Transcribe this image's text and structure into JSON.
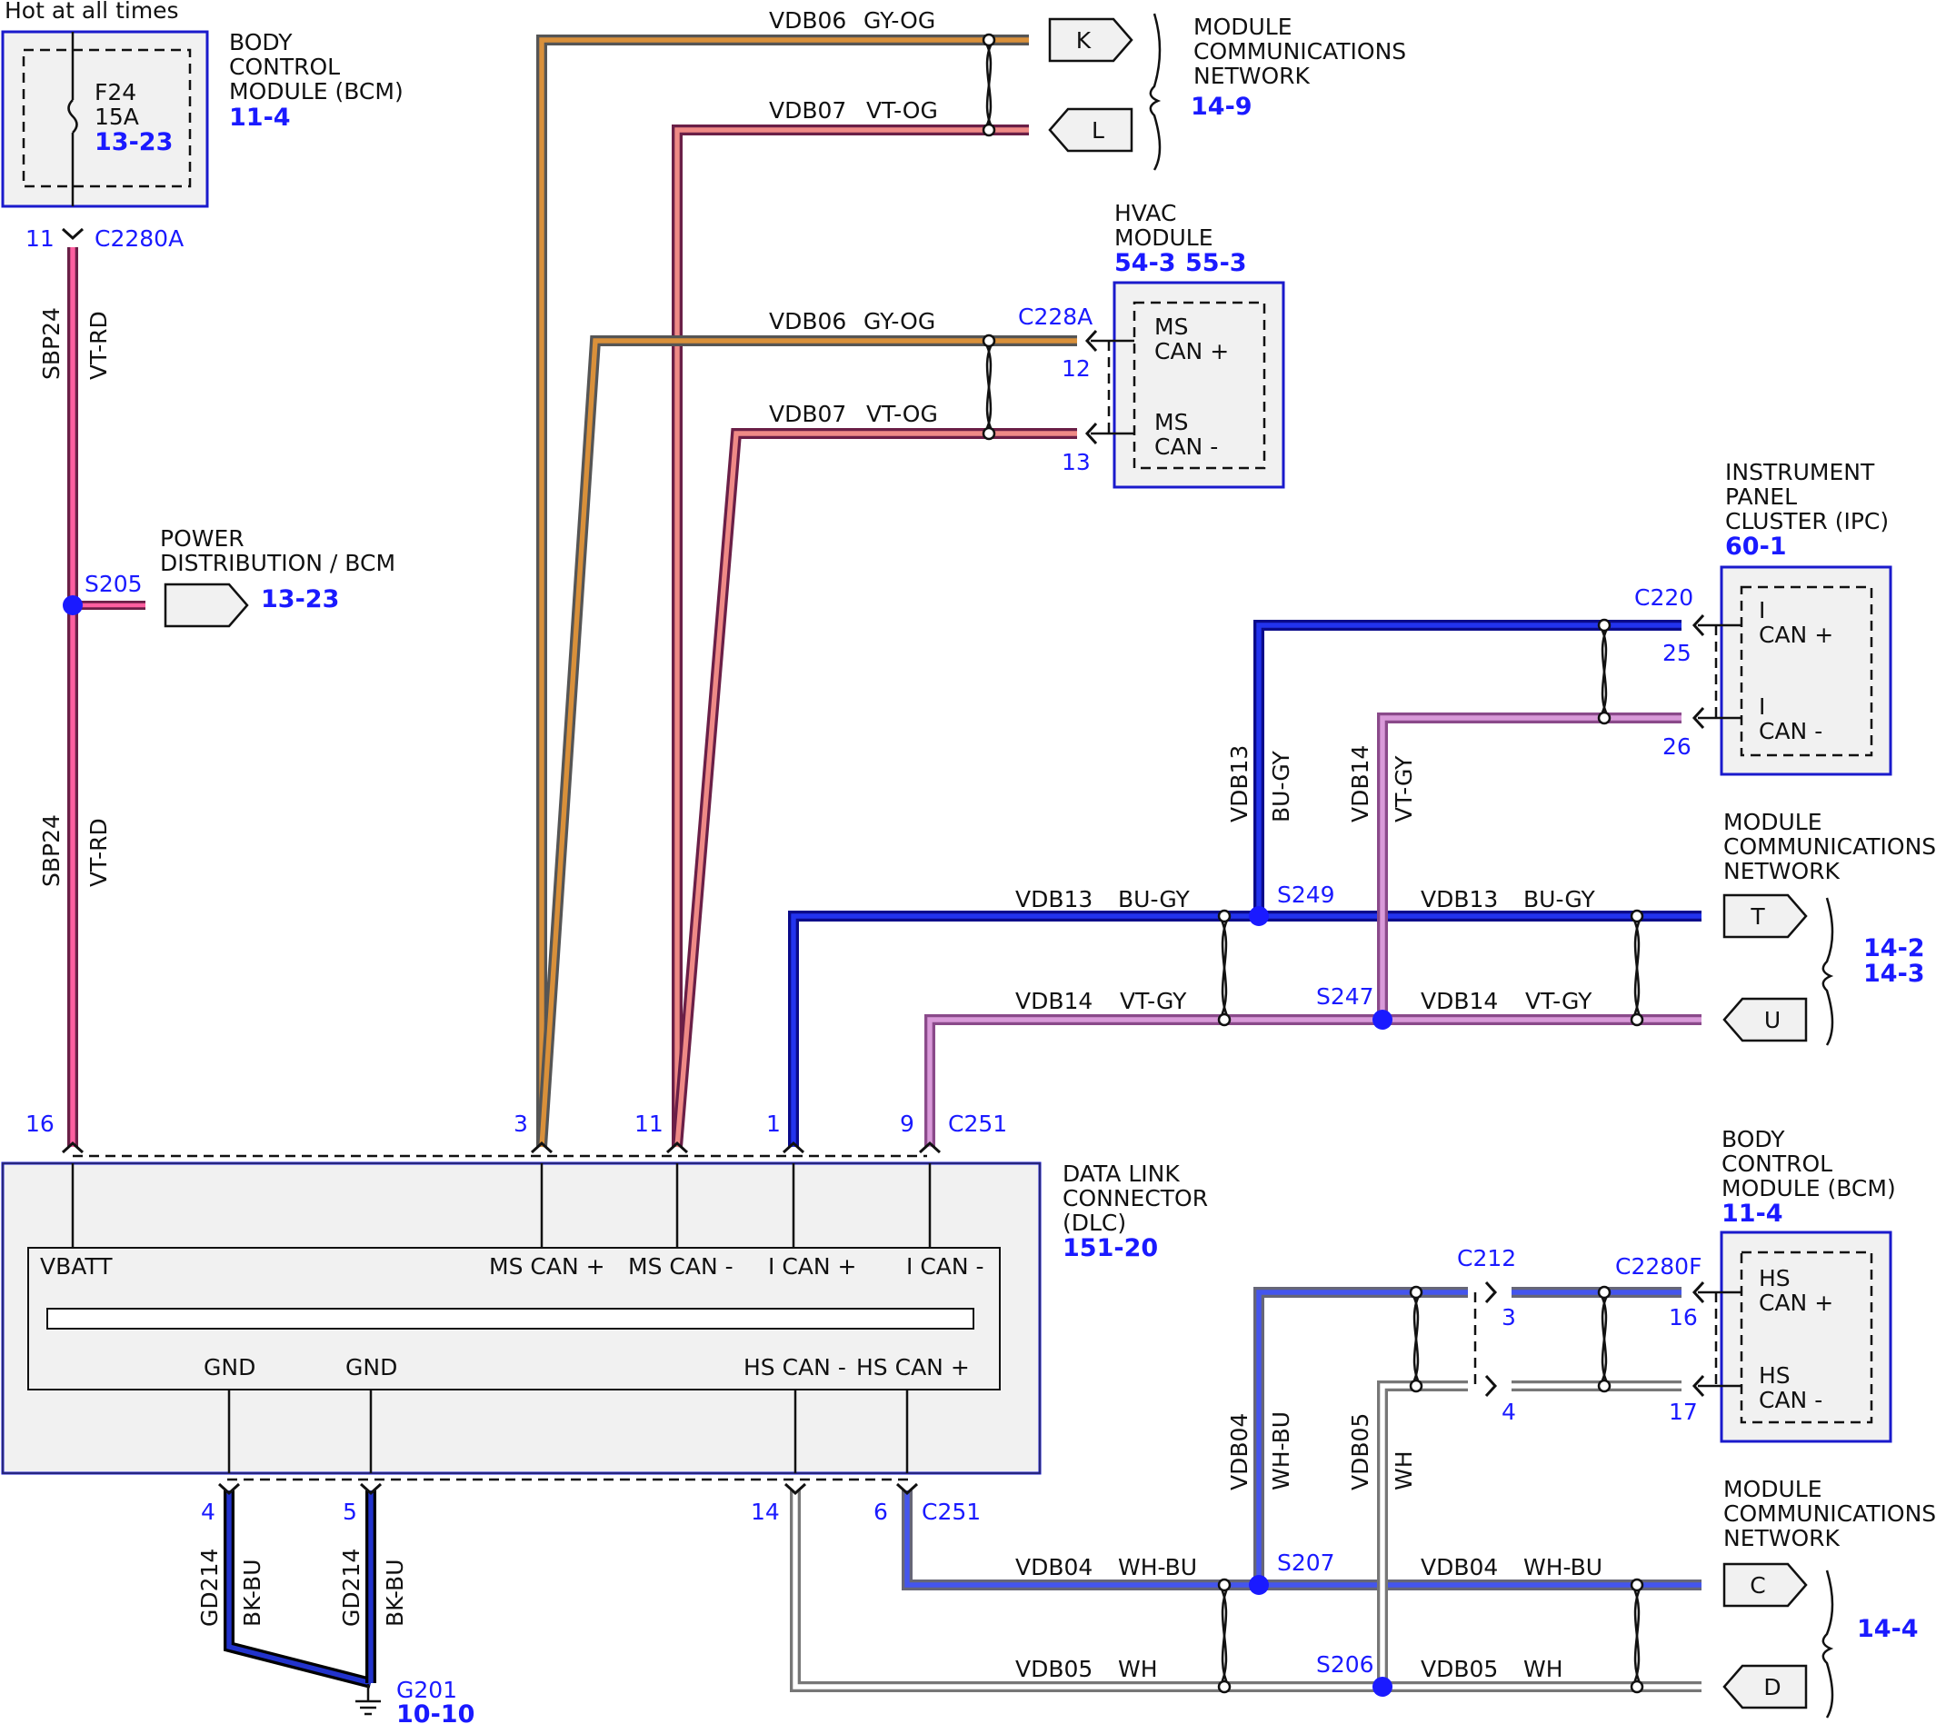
{
  "colors": {
    "connector_ref": "#1a1aff",
    "module_box": "#1a1acc",
    "module_fill": "#f1f1f1",
    "vt_rd": [
      "#6a1f47",
      "#ff5fa0"
    ],
    "gy_og": [
      "#555555",
      "#d9903a"
    ],
    "vt_og": [
      "#6a1f47",
      "#ef8a86"
    ],
    "bu_gy": [
      "#0a0a8a",
      "#2233ee"
    ],
    "vt_gy": [
      "#8a4a8a",
      "#d99ad9"
    ],
    "wh_bu": [
      "#666677",
      "#4455ee"
    ],
    "wh": [
      "#777777",
      "#ffffff"
    ],
    "bk_bu": [
      "#000000",
      "#2233cc"
    ]
  },
  "top_note": "Hot at all times",
  "bcm_top": {
    "lines": [
      "BODY",
      "CONTROL",
      "MODULE (BCM)"
    ],
    "ref": "11-4"
  },
  "fuse": {
    "name": "F24",
    "rating": "15A",
    "ref": "13-23"
  },
  "c2280a": {
    "pin": "11",
    "name": "C2280A"
  },
  "sbp24_upper": {
    "circuit": "SBP24",
    "color": "VT-RD"
  },
  "sbp24_lower": {
    "circuit": "SBP24",
    "color": "VT-RD"
  },
  "s205": {
    "name": "S205",
    "lines": [
      "POWER",
      "DISTRIBUTION / BCM"
    ],
    "ref": "13-23"
  },
  "mcn_top": {
    "lines": [
      "MODULE",
      "COMMUNICATIONS",
      "NETWORK"
    ],
    "ref": "14-9",
    "conn_k": "K",
    "conn_l": "L"
  },
  "wire_vdb06_top": {
    "circuit": "VDB06",
    "color": "GY-OG"
  },
  "wire_vdb07_top": {
    "circuit": "VDB07",
    "color": "VT-OG"
  },
  "hvac": {
    "lines": [
      "HVAC",
      "MODULE"
    ],
    "ref1": "54-3",
    "ref2": "55-3",
    "connector": "C228A",
    "pin_pos": "12",
    "pin_neg": "13",
    "pos_lines": [
      "MS",
      "CAN +"
    ],
    "neg_lines": [
      "MS",
      "CAN -"
    ]
  },
  "wire_vdb06_hvac": {
    "circuit": "VDB06",
    "color": "GY-OG"
  },
  "wire_vdb07_hvac": {
    "circuit": "VDB07",
    "color": "VT-OG"
  },
  "ipc": {
    "lines": [
      "INSTRUMENT",
      "PANEL",
      "CLUSTER (IPC)"
    ],
    "ref": "60-1",
    "connector": "C220",
    "pin_pos": "25",
    "pin_neg": "26",
    "pos_lines": [
      "I",
      "CAN +"
    ],
    "neg_lines": [
      "I",
      "CAN -"
    ]
  },
  "wire_vdb13_vert": {
    "circuit": "VDB13",
    "color": "BU-GY"
  },
  "wire_vdb14_vert": {
    "circuit": "VDB14",
    "color": "VT-GY"
  },
  "mcn_mid": {
    "lines": [
      "MODULE",
      "COMMUNICATIONS",
      "NETWORK"
    ],
    "ref1": "14-2",
    "ref2": "14-3",
    "conn_t": "T",
    "conn_u": "U"
  },
  "wire_vdb13_left": {
    "circuit": "VDB13",
    "color": "BU-GY"
  },
  "wire_vdb13_right": {
    "circuit": "VDB13",
    "color": "BU-GY"
  },
  "wire_vdb14_left": {
    "circuit": "VDB14",
    "color": "VT-GY"
  },
  "wire_vdb14_right": {
    "circuit": "VDB14",
    "color": "VT-GY"
  },
  "s249": "S249",
  "s247": "S247",
  "dlc_top_pins": {
    "p16": "16",
    "p3": "3",
    "p11": "11",
    "p1": "1",
    "p9": "9",
    "connector": "C251"
  },
  "dlc": {
    "lines": [
      "DATA LINK",
      "CONNECTOR",
      "(DLC)"
    ],
    "ref": "151-20",
    "vbatt": "VBATT",
    "ms_can_pos": "MS CAN +",
    "ms_can_neg": "MS CAN -",
    "i_can_pos": "I CAN +",
    "i_can_neg": "I CAN -",
    "gnd1": "GND",
    "gnd2": "GND",
    "hs_can_neg": "HS CAN -",
    "hs_can_pos": "HS CAN +"
  },
  "dlc_bottom_pins": {
    "p4": "4",
    "p5": "5",
    "p14": "14",
    "p6": "6",
    "connector": "C251"
  },
  "gd214_a": {
    "circuit": "GD214",
    "color": "BK-BU"
  },
  "gd214_b": {
    "circuit": "GD214",
    "color": "BK-BU"
  },
  "g201": {
    "name": "G201",
    "ref": "10-10"
  },
  "bcm_bottom": {
    "lines": [
      "BODY",
      "CONTROL",
      "MODULE (BCM)"
    ],
    "ref": "11-4",
    "c212": "C212",
    "c212_pin_pos": "3",
    "c212_pin_neg": "4",
    "connector": "C2280F",
    "pin_pos": "16",
    "pin_neg": "17",
    "pos_lines": [
      "HS",
      "CAN +"
    ],
    "neg_lines": [
      "HS",
      "CAN -"
    ]
  },
  "wire_vdb04_vert": {
    "circuit": "VDB04",
    "color": "WH-BU"
  },
  "wire_vdb05_vert": {
    "circuit": "VDB05",
    "color": "WH"
  },
  "mcn_bot": {
    "lines": [
      "MODULE",
      "COMMUNICATIONS",
      "NETWORK"
    ],
    "ref": "14-4",
    "conn_c": "C",
    "conn_d": "D"
  },
  "wire_vdb04_left": {
    "circuit": "VDB04",
    "color": "WH-BU"
  },
  "wire_vdb04_right": {
    "circuit": "VDB04",
    "color": "WH-BU"
  },
  "wire_vdb05_left": {
    "circuit": "VDB05",
    "color": "WH"
  },
  "wire_vdb05_right": {
    "circuit": "VDB05",
    "color": "WH"
  },
  "s207": "S207",
  "s206": "S206"
}
